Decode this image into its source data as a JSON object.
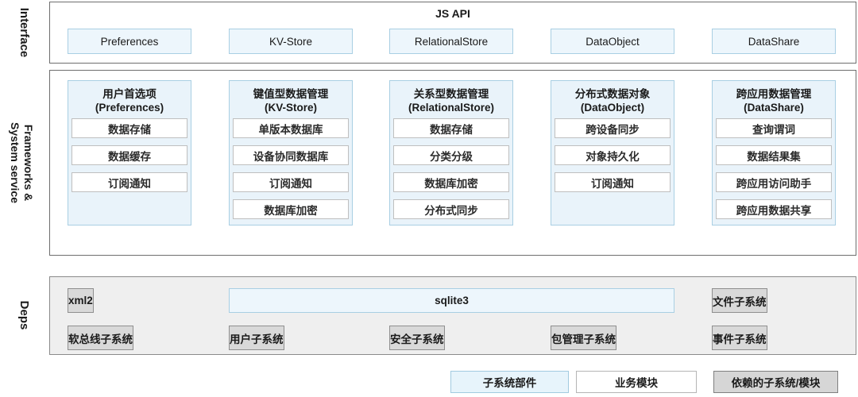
{
  "colors": {
    "subsystem_part_fill": "#edf6fc",
    "subsystem_part_border": "#a9cfe3",
    "business_module_fill": "#ffffff",
    "business_module_border": "#bfbfbf",
    "dependent_fill": "#d9d9d9",
    "dependent_border": "#8f8f8f",
    "deps_section_bg": "#efefef"
  },
  "layers": {
    "interface": {
      "label": "Interface",
      "title": "JS API",
      "boxes": [
        "Preferences",
        "KV-Store",
        "RelationalStore",
        "DataObject",
        "DataShare"
      ]
    },
    "frameworks": {
      "label_line1": "Frameworks &",
      "label_line2": "System service",
      "columns": [
        {
          "title_cn": "用户首选项",
          "title_en": "(Preferences)",
          "items": [
            "数据存储",
            "数据缓存",
            "订阅通知"
          ]
        },
        {
          "title_cn": "键值型数据管理",
          "title_en": "(KV-Store)",
          "items": [
            "单版本数据库",
            "设备协同数据库",
            "订阅通知",
            "数据库加密"
          ]
        },
        {
          "title_cn": "关系型数据管理",
          "title_en": "(RelationalStore)",
          "items": [
            "数据存储",
            "分类分级",
            "数据库加密",
            "分布式同步"
          ]
        },
        {
          "title_cn": "分布式数据对象",
          "title_en": "(DataObject)",
          "items": [
            "跨设备同步",
            "对象持久化",
            "订阅通知"
          ]
        },
        {
          "title_cn": "跨应用数据管理",
          "title_en": "(DataShare)",
          "items": [
            "查询谓词",
            "数据结果集",
            "跨应用访问助手",
            "跨应用数据共享"
          ]
        }
      ]
    },
    "deps": {
      "label": "Deps",
      "row1": {
        "left": "xml2",
        "center": "sqlite3",
        "right": "文件子系统"
      },
      "row2": [
        "软总线子系统",
        "用户子系统",
        "安全子系统",
        "包管理子系统",
        "事件子系统"
      ]
    }
  },
  "legend": [
    {
      "label": "子系统部件"
    },
    {
      "label": "业务模块"
    },
    {
      "label": "依赖的子系统/模块"
    }
  ]
}
